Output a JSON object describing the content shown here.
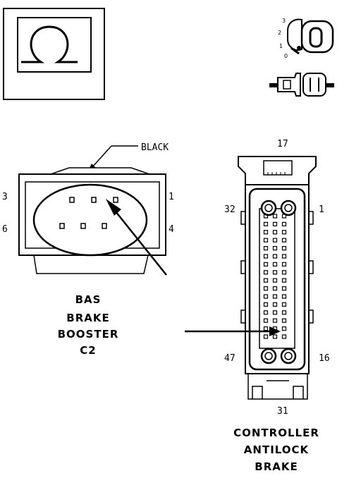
{
  "bas_connector": {
    "color_label": "BLACK",
    "pin_top_left": "3",
    "pin_top_right": "1",
    "pin_bottom_left": "6",
    "pin_bottom_right": "4",
    "title_lines": [
      "BAS",
      "BRAKE",
      "BOOSTER",
      "C2"
    ]
  },
  "abs_connector": {
    "pin_top": "17",
    "pin_left_upper": "32",
    "pin_right_upper": "1",
    "pin_left_lower": "47",
    "pin_right_lower": "16",
    "pin_bottom": "31",
    "title_lines": [
      "CONTROLLER",
      "ANTILOCK",
      "BRAKE"
    ]
  },
  "key_legend": {
    "positions": [
      "3",
      "2",
      "1",
      "0"
    ]
  },
  "icons": {
    "top_left": "omega-ohmmeter-icon",
    "top_right": "ignition-key-icon",
    "connector_separated": "disconnected-connector-icon"
  }
}
